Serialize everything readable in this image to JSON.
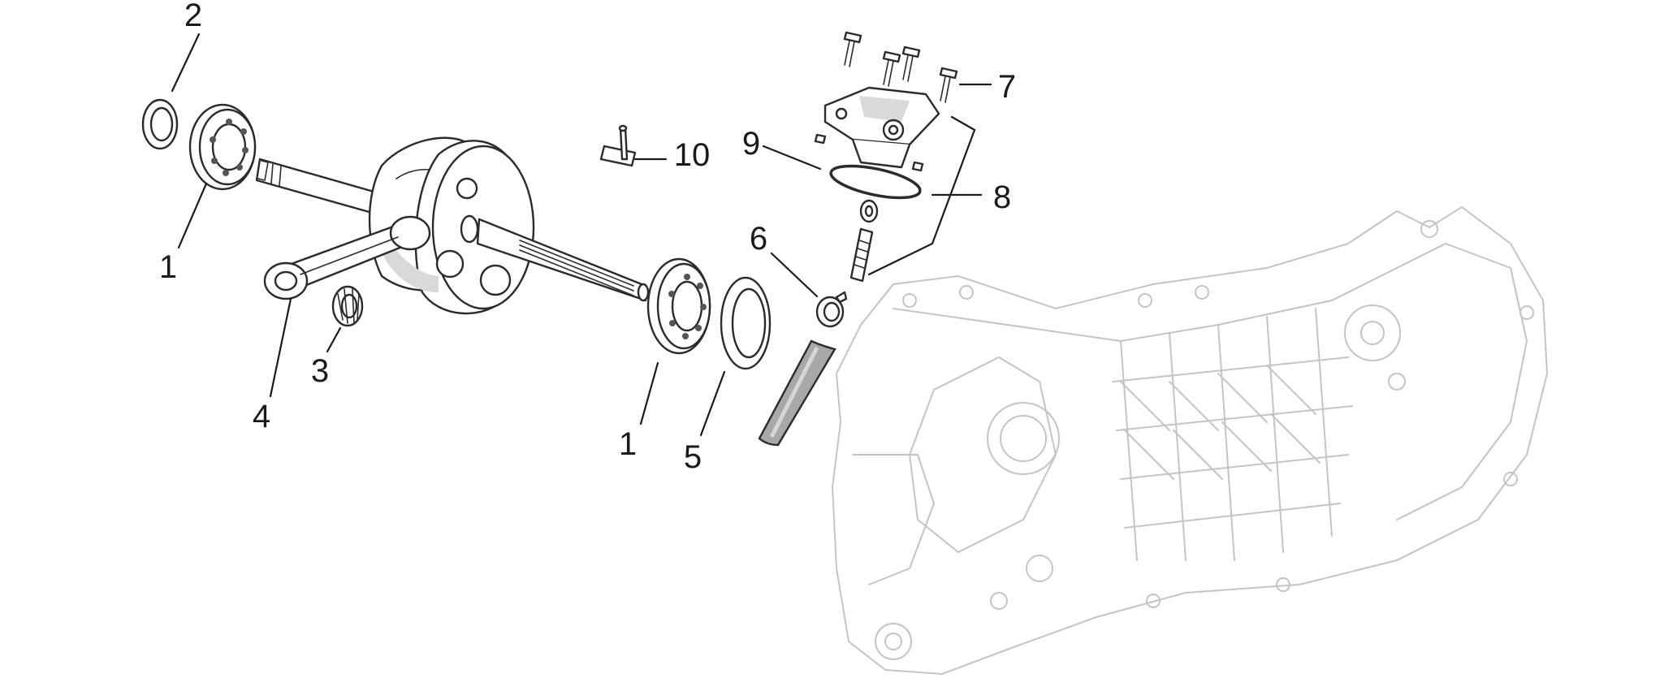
{
  "diagram": {
    "callouts": [
      {
        "id": "c2",
        "label": "2"
      },
      {
        "id": "c1a",
        "label": "1"
      },
      {
        "id": "c3",
        "label": "3"
      },
      {
        "id": "c4",
        "label": "4"
      },
      {
        "id": "c1b",
        "label": "1"
      },
      {
        "id": "c5",
        "label": "5"
      },
      {
        "id": "c6",
        "label": "6"
      },
      {
        "id": "c7",
        "label": "7"
      },
      {
        "id": "c8",
        "label": "8"
      },
      {
        "id": "c9",
        "label": "9"
      },
      {
        "id": "c10",
        "label": "10"
      }
    ]
  }
}
